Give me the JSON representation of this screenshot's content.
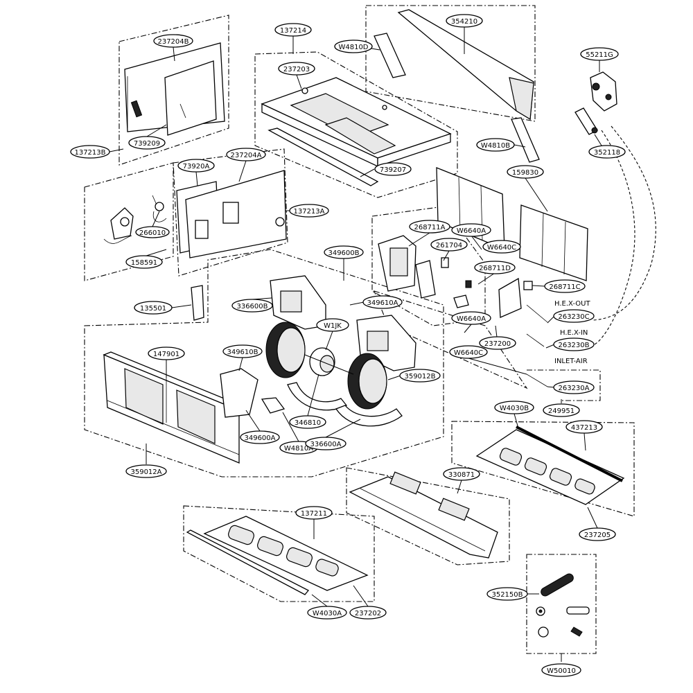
{
  "parts": {
    "p_237204B": "237204B",
    "p_137214": "137214",
    "p_354210": "354210",
    "p_W4810D": "W4810D",
    "p_237203": "237203",
    "p_55211G": "55211G",
    "p_137213B": "137213B",
    "p_739209": "739209",
    "p_W4810B": "W4810B",
    "p_352118": "352118",
    "p_73920A": "73920A",
    "p_237204A": "237204A",
    "p_739207": "739207",
    "p_159830": "159830",
    "p_137213A": "137213A",
    "p_266010": "266010",
    "p_158591": "158591",
    "p_268711A": "268711A",
    "p_W6640A_top": "W6640A",
    "p_261704": "261704",
    "p_W6640C_top": "W6640C",
    "p_349600B": "349600B",
    "p_268711D": "268711D",
    "p_268711C": "268711C",
    "p_135501": "135501",
    "p_336600B": "336600B",
    "p_349610A": "349610A",
    "p_263230C": "263230C",
    "p_W1JK": "W1JK",
    "p_W6640A_mid": "W6640A",
    "p_263230B": "263230B",
    "p_147901": "147901",
    "p_349610B": "349610B",
    "p_237200": "237200",
    "p_W6640C_mid": "W6640C",
    "p_359012B": "359012B",
    "p_263230A": "263230A",
    "p_W4030B": "W4030B",
    "p_249951": "249951",
    "p_437213": "437213",
    "p_346810": "346810",
    "p_349600A": "349600A",
    "p_W4810A": "W4810A",
    "p_336600A": "336600A",
    "p_359012A": "359012A",
    "p_330871": "330871",
    "p_237205": "237205",
    "p_137211": "137211",
    "p_352150B": "352150B",
    "p_W4030A": "W4030A",
    "p_237202": "237202",
    "p_W50010": "W50010"
  },
  "wire_labels": {
    "hex_out": "H.E.X-OUT",
    "hex_in": "H.E.X-IN",
    "inlet_air": "INLET-AIR"
  }
}
